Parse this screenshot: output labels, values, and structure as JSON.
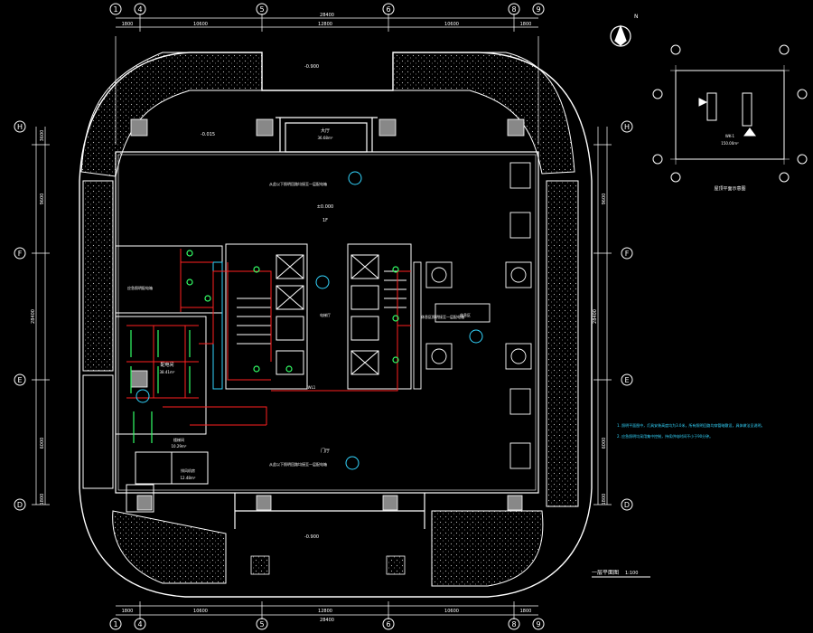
{
  "grid": {
    "top": [
      "1",
      "4",
      "5",
      "6",
      "8",
      "9"
    ],
    "bottom": [
      "1",
      "4",
      "5",
      "6",
      "8",
      "9"
    ],
    "left": [
      "H",
      "F",
      "E",
      "D"
    ],
    "right": [
      "H",
      "F",
      "E",
      "D"
    ]
  },
  "dimensions": {
    "top_total": "28400",
    "top_segments": [
      "1800",
      "10600",
      "12800",
      "10600",
      "1800"
    ],
    "bottom_total": "28400",
    "bottom_segments": [
      "1800",
      "10600",
      "12800",
      "10600",
      "1800"
    ],
    "left_total": "28400",
    "left_segments": [
      "3600",
      "9600",
      "6000",
      "1800"
    ],
    "right_total": "28400",
    "right_segments": [
      "9600",
      "6000",
      "1800"
    ]
  },
  "rooms": {
    "lobby_top": "大厅",
    "lobby_top_area": "36.68m²",
    "lobby_bottom": "门厅",
    "core": "电梯厅",
    "left_room": "配电间",
    "left_room_area": "38.41m²",
    "small_room": "排风机房",
    "small_room_area": "12.48m²",
    "side_room": "楼梯间",
    "side_room_area": "10.29m²",
    "lounge": "休息区",
    "hall_floor": "1F"
  },
  "elevations": {
    "outside_top": "-0.900",
    "outside_left": "-0.015",
    "outside_bottom": "-0.900",
    "inside": "±0.000"
  },
  "annotations": {
    "note_top_band": "从此以下照明回路均接至一层配电箱",
    "note_bottom_band": "从此以下照明回路均接至一层配电箱",
    "note_left": "应急照明配电箱",
    "note_right": "休息区照明接至一层配电箱",
    "circuit_label": "WL1",
    "notes_list": [
      "1. 照明平面图中，灯具安装高度均为3.0米，所有照明回路均穿管暗敷设，具体做法见说明。",
      "2. 应急照明均采用集中控制，持续供电时间不小于90分钟。"
    ]
  },
  "title_block": {
    "plan_title": "一层平面图",
    "plan_scale": "1:100",
    "inset_title": "屋顶平面示意图",
    "inset_label_a": "WK-1",
    "inset_label_b": "150.00m²"
  },
  "north_arrow": "N",
  "colors": {
    "background": "#000000",
    "wall": "#ffffff",
    "wiring": "#ff2020",
    "fixtures": "#33ff66",
    "annotation": "#33d6ff"
  }
}
